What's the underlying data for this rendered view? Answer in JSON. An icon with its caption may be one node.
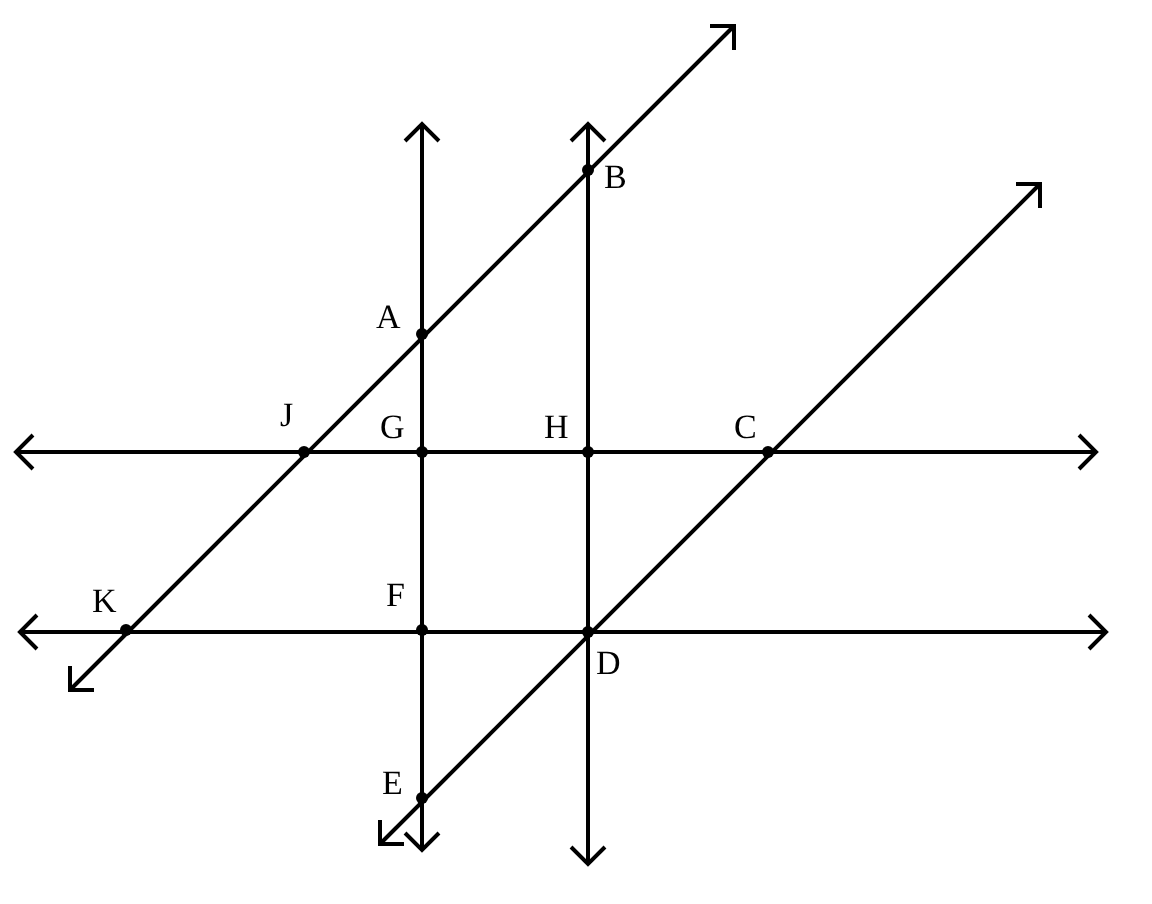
{
  "diagram": {
    "labels": [
      "B",
      "A",
      "J",
      "G",
      "H",
      "C",
      "K",
      "F",
      "D",
      "E"
    ]
  }
}
